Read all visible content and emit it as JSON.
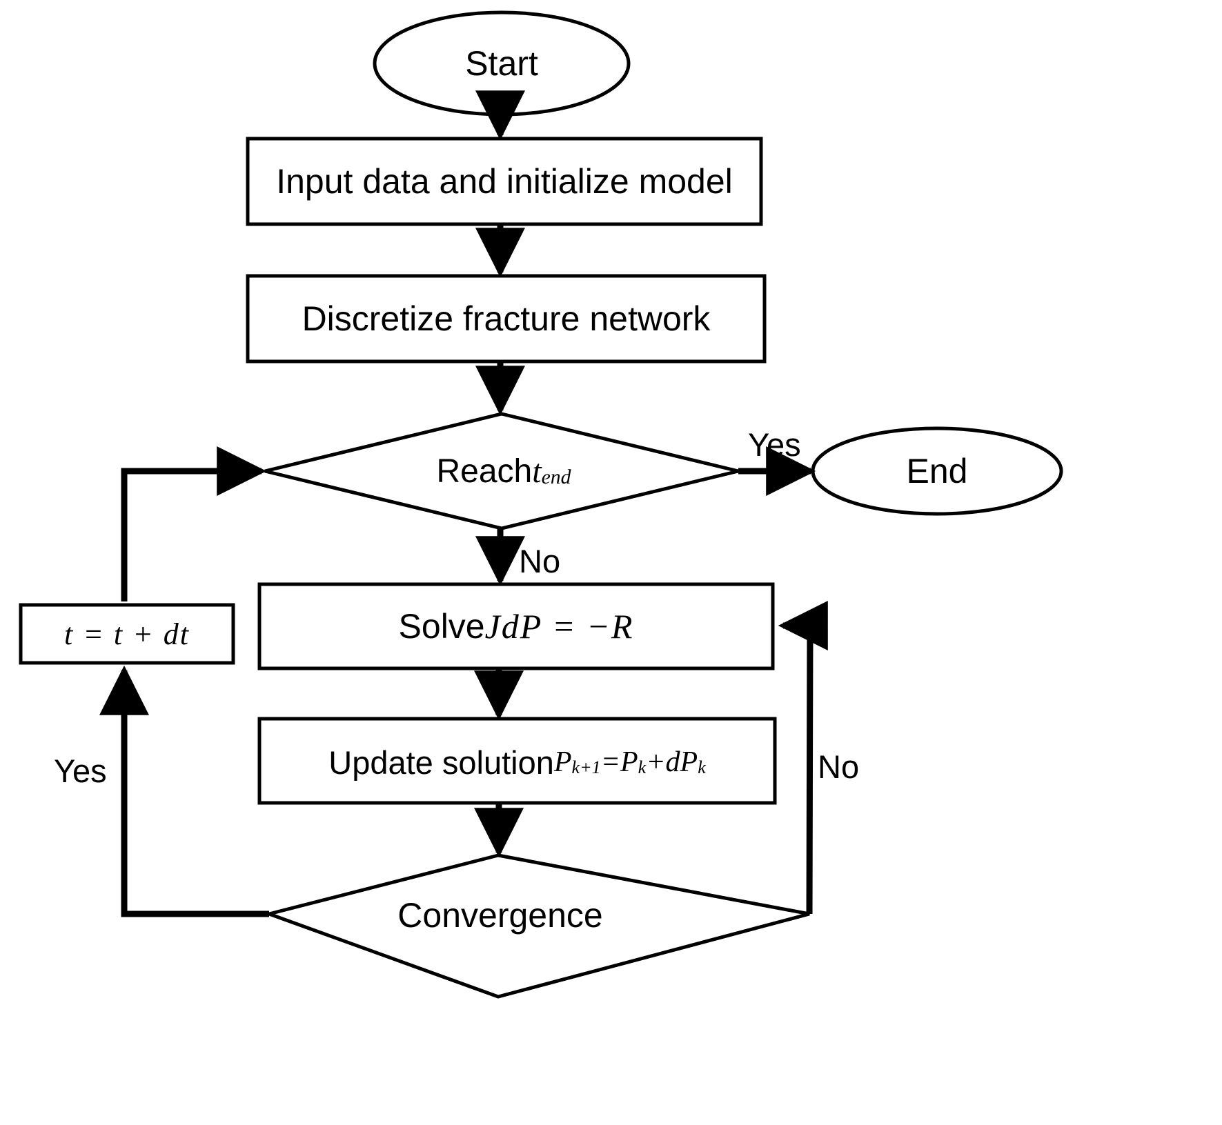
{
  "diagram": {
    "type": "flowchart",
    "title": "Numerical simulation solution procedure flowchart",
    "background_color": "#ffffff",
    "stroke_color": "#000000",
    "text_color": "#000000"
  },
  "nodes": {
    "start": {
      "label": "Start",
      "shape": "ellipse"
    },
    "input": {
      "label": "Input data and initialize model",
      "shape": "rectangle"
    },
    "discretize": {
      "label": "Discretize fracture network",
      "shape": "rectangle"
    },
    "reach_decision": {
      "label_prefix": "Reach ",
      "label_var": "t",
      "label_sub": "end",
      "shape": "diamond"
    },
    "end": {
      "label": "End",
      "shape": "ellipse"
    },
    "timestep": {
      "label": "t = t + dt",
      "shape": "rectangle"
    },
    "solve": {
      "label_prefix": "Solve ",
      "label_math": "JdP = −R",
      "shape": "rectangle"
    },
    "update": {
      "label_prefix": "Update solution ",
      "label_math_p1": "P",
      "label_math_sub1": "k+1",
      "label_math_eq": " = ",
      "label_math_p2": "P",
      "label_math_sub2": "k",
      "label_math_plus": " + ",
      "label_math_p3": "dP",
      "label_math_sub3": "k",
      "shape": "rectangle"
    },
    "convergence": {
      "label": "Convergence",
      "shape": "diamond"
    }
  },
  "edge_labels": {
    "reach_yes": "Yes",
    "reach_no": "No",
    "convergence_yes": "Yes",
    "convergence_no": "No"
  }
}
